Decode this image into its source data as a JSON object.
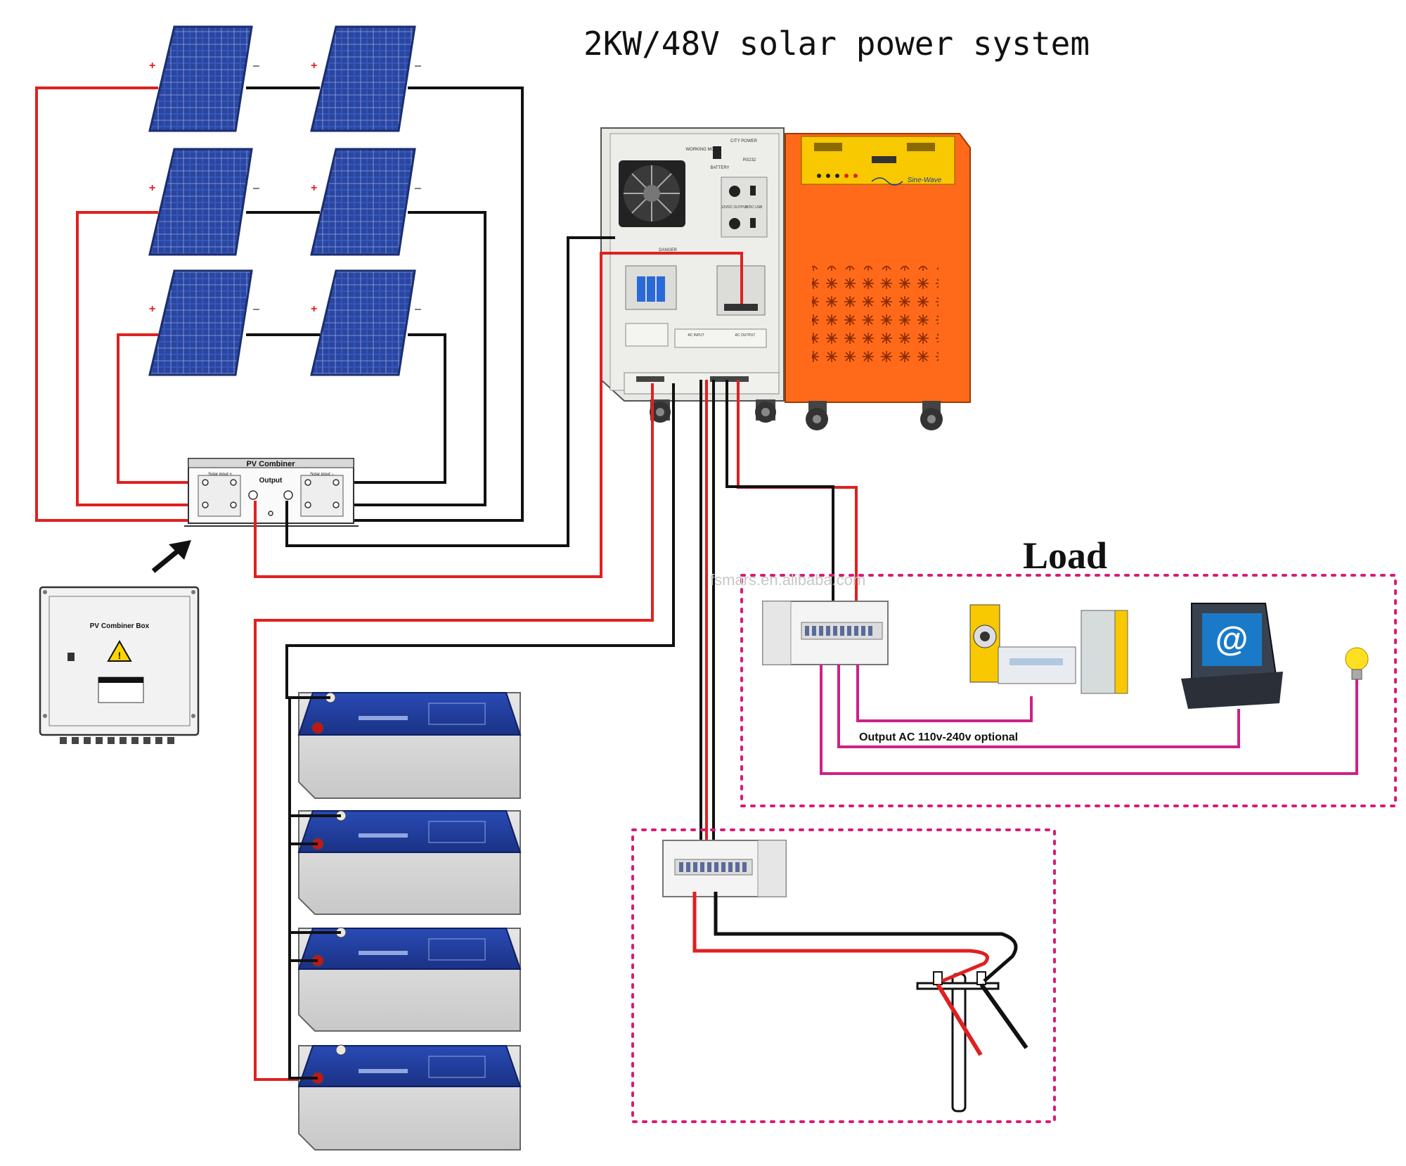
{
  "title": "2KW/48V solar power system",
  "load_label": "Load",
  "output_label": "Output  AC 110v-240v optional",
  "combiner": {
    "title": "PV Combiner",
    "output": "Output",
    "solar_input_left": "Solar input  +",
    "solar_input_right": "Solar input  −"
  },
  "combiner_box_label": "PV Combiner Box",
  "inverter": {
    "display_brand": "Sine-Wave",
    "city_power": "CITY POWER",
    "working_mode": "WORKING MODE",
    "battery": "BATTERY",
    "rs232": "RS232",
    "dc_output": "12VDC OUTPUT",
    "usb": "5VDC USB",
    "danger": "DANGER",
    "ac_input": "AC INPUT",
    "ac_output": "AC OUTPUT"
  },
  "panel_polarity": {
    "plus": "+",
    "minus": "–"
  },
  "watermark": "fsmars.en.alibaba.com",
  "colors": {
    "wire_red": "#e02020",
    "wire_black": "#111111",
    "wire_magenta": "#cc2288",
    "dotted_border": "#d81b7a",
    "panel_blue": "#2a4aa8",
    "inverter_orange": "#ff6a1a",
    "battery_blue": "#1f3b9a"
  }
}
